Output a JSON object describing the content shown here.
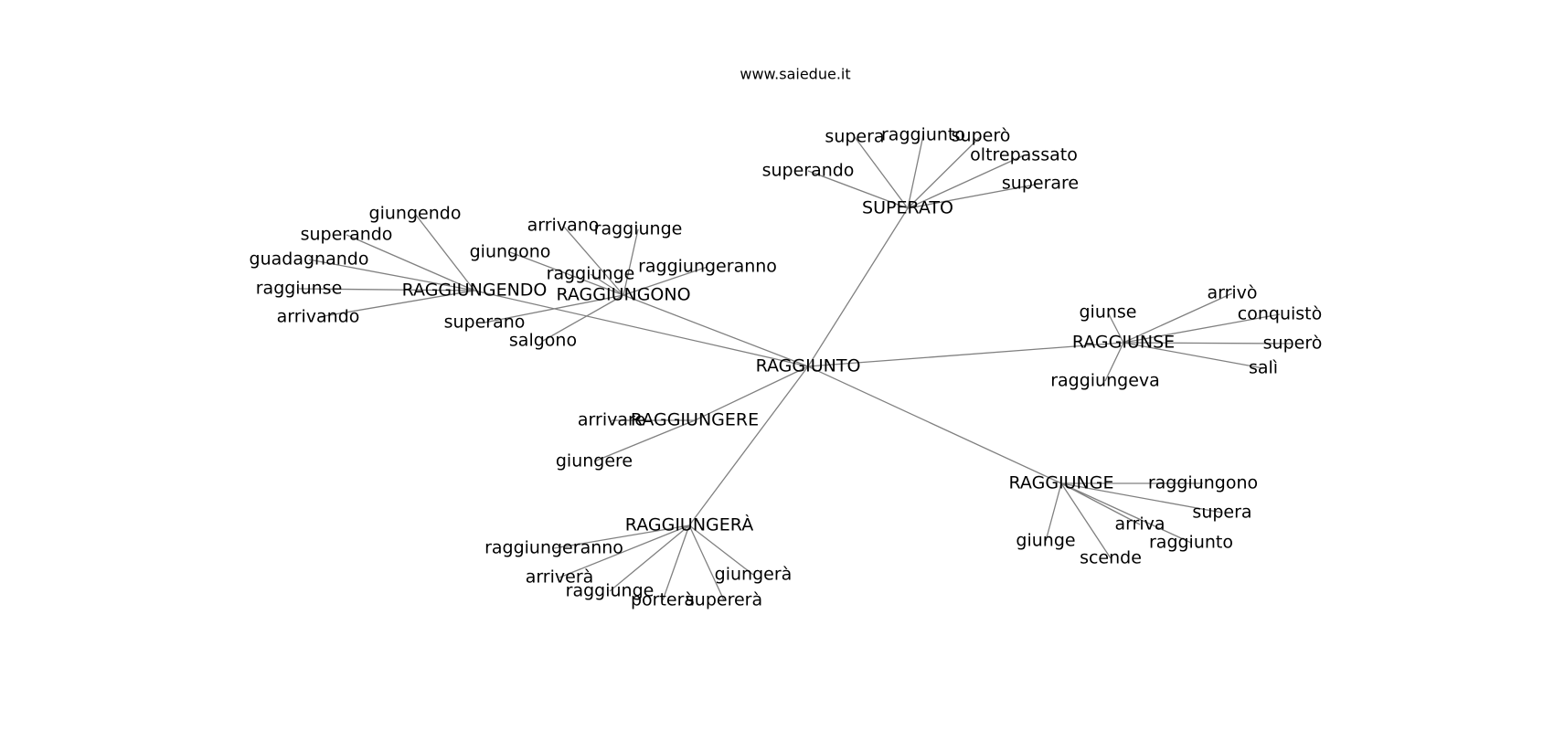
{
  "title": "www.saiedue.it",
  "colors": {
    "edge": "#808080",
    "text": "#000000",
    "background": "#ffffff"
  },
  "root": "RAGGIUNTO",
  "nodes": [
    {
      "id": "RAGGIUNTO",
      "label": "RAGGIUNTO"
    },
    {
      "id": "SUPERATO",
      "label": "SUPERATO"
    },
    {
      "id": "RAGGIUNGENDO",
      "label": "RAGGIUNGENDO"
    },
    {
      "id": "RAGGIUNGONO",
      "label": "RAGGIUNGONO"
    },
    {
      "id": "RAGGIUNSE",
      "label": "RAGGIUNSE"
    },
    {
      "id": "RAGGIUNGERE",
      "label": "RAGGIUNGERE"
    },
    {
      "id": "RAGGIUNGE",
      "label": "RAGGIUNGE"
    },
    {
      "id": "RAGGIUNGERA",
      "label": "RAGGIUNGERÀ"
    },
    {
      "id": "superato_supera",
      "label": "supera"
    },
    {
      "id": "superato_raggiunto",
      "label": "raggiunto"
    },
    {
      "id": "superato_supero",
      "label": "superò"
    },
    {
      "id": "superato_oltrepassato",
      "label": "oltrepassato"
    },
    {
      "id": "superato_superando",
      "label": "superando"
    },
    {
      "id": "superato_superare",
      "label": "superare"
    },
    {
      "id": "rgndo_giungendo",
      "label": "giungendo"
    },
    {
      "id": "rgndo_superando",
      "label": "superando"
    },
    {
      "id": "rgndo_guadagnando",
      "label": "guadagnando"
    },
    {
      "id": "rgndo_raggiunse",
      "label": "raggiunse"
    },
    {
      "id": "rgndo_arrivando",
      "label": "arrivando"
    },
    {
      "id": "rgno_arrivano",
      "label": "arrivano"
    },
    {
      "id": "rgno_raggiunge_a",
      "label": "raggiunge"
    },
    {
      "id": "rgno_giungono",
      "label": "giungono"
    },
    {
      "id": "rgno_raggiunge_b",
      "label": "raggiunge"
    },
    {
      "id": "rgno_raggiungeranno",
      "label": "raggiungeranno"
    },
    {
      "id": "rgno_superano",
      "label": "superano"
    },
    {
      "id": "rgno_salgono",
      "label": "salgono"
    },
    {
      "id": "rse_arrivo",
      "label": "arrivò"
    },
    {
      "id": "rse_giunse",
      "label": "giunse"
    },
    {
      "id": "rse_conquisto",
      "label": "conquistò"
    },
    {
      "id": "rse_supero",
      "label": "superò"
    },
    {
      "id": "rse_sali",
      "label": "salì"
    },
    {
      "id": "rse_raggiungeva",
      "label": "raggiungeva"
    },
    {
      "id": "rre_arrivare",
      "label": "arrivare"
    },
    {
      "id": "rre_giungere",
      "label": "giungere"
    },
    {
      "id": "rge_raggiungono",
      "label": "raggiungono"
    },
    {
      "id": "rge_supera",
      "label": "supera"
    },
    {
      "id": "rge_arriva",
      "label": "arriva"
    },
    {
      "id": "rge_raggiunto",
      "label": "raggiunto"
    },
    {
      "id": "rge_giunge",
      "label": "giunge"
    },
    {
      "id": "rge_scende",
      "label": "scende"
    },
    {
      "id": "rra_raggiungeranno",
      "label": "raggiungeranno"
    },
    {
      "id": "rra_arrivera",
      "label": "arriverà"
    },
    {
      "id": "rra_raggiunge",
      "label": "raggiunge"
    },
    {
      "id": "rra_portera",
      "label": "porterà"
    },
    {
      "id": "rra_superera",
      "label": "supererà"
    },
    {
      "id": "rra_giungera",
      "label": "giungerà"
    }
  ],
  "edges": [
    [
      "RAGGIUNTO",
      "SUPERATO"
    ],
    [
      "RAGGIUNTO",
      "RAGGIUNGENDO"
    ],
    [
      "RAGGIUNTO",
      "RAGGIUNGONO"
    ],
    [
      "RAGGIUNTO",
      "RAGGIUNSE"
    ],
    [
      "RAGGIUNTO",
      "RAGGIUNGERE"
    ],
    [
      "RAGGIUNTO",
      "RAGGIUNGE"
    ],
    [
      "RAGGIUNTO",
      "RAGGIUNGERA"
    ],
    [
      "SUPERATO",
      "superato_supera"
    ],
    [
      "SUPERATO",
      "superato_raggiunto"
    ],
    [
      "SUPERATO",
      "superato_supero"
    ],
    [
      "SUPERATO",
      "superato_oltrepassato"
    ],
    [
      "SUPERATO",
      "superato_superando"
    ],
    [
      "SUPERATO",
      "superato_superare"
    ],
    [
      "RAGGIUNGENDO",
      "rgndo_giungendo"
    ],
    [
      "RAGGIUNGENDO",
      "rgndo_superando"
    ],
    [
      "RAGGIUNGENDO",
      "rgndo_guadagnando"
    ],
    [
      "RAGGIUNGENDO",
      "rgndo_raggiunse"
    ],
    [
      "RAGGIUNGENDO",
      "rgndo_arrivando"
    ],
    [
      "RAGGIUNGONO",
      "rgno_arrivano"
    ],
    [
      "RAGGIUNGONO",
      "rgno_raggiunge_a"
    ],
    [
      "RAGGIUNGONO",
      "rgno_giungono"
    ],
    [
      "RAGGIUNGONO",
      "rgno_raggiunge_b"
    ],
    [
      "RAGGIUNGONO",
      "rgno_raggiungeranno"
    ],
    [
      "RAGGIUNGONO",
      "rgno_superano"
    ],
    [
      "RAGGIUNGONO",
      "rgno_salgono"
    ],
    [
      "RAGGIUNSE",
      "rse_arrivo"
    ],
    [
      "RAGGIUNSE",
      "rse_giunse"
    ],
    [
      "RAGGIUNSE",
      "rse_conquisto"
    ],
    [
      "RAGGIUNSE",
      "rse_supero"
    ],
    [
      "RAGGIUNSE",
      "rse_sali"
    ],
    [
      "RAGGIUNSE",
      "rse_raggiungeva"
    ],
    [
      "RAGGIUNGERE",
      "rre_arrivare"
    ],
    [
      "RAGGIUNGERE",
      "rre_giungere"
    ],
    [
      "RAGGIUNGE",
      "rge_raggiungono"
    ],
    [
      "RAGGIUNGE",
      "rge_supera"
    ],
    [
      "RAGGIUNGE",
      "rge_arriva"
    ],
    [
      "RAGGIUNGE",
      "rge_raggiunto"
    ],
    [
      "RAGGIUNGE",
      "rge_giunge"
    ],
    [
      "RAGGIUNGE",
      "rge_scende"
    ],
    [
      "RAGGIUNGERA",
      "rra_raggiungeranno"
    ],
    [
      "RAGGIUNGERA",
      "rra_arrivera"
    ],
    [
      "RAGGIUNGERA",
      "rra_raggiunge"
    ],
    [
      "RAGGIUNGERA",
      "rra_portera"
    ],
    [
      "RAGGIUNGERA",
      "rra_superera"
    ],
    [
      "RAGGIUNGERA",
      "rra_giungera"
    ]
  ]
}
